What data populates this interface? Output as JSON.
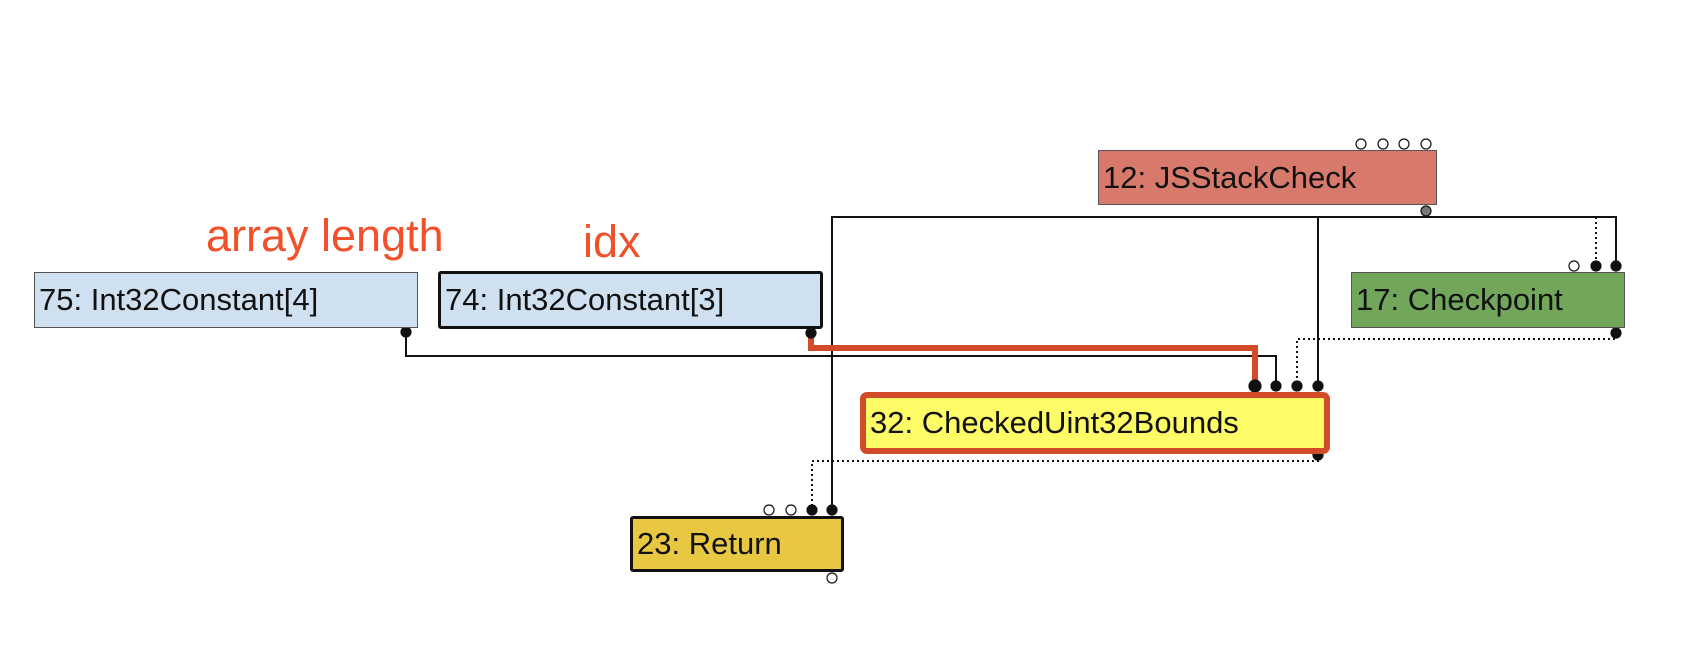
{
  "annotations": {
    "array_length": "array length",
    "idx": "idx"
  },
  "nodes": {
    "n75": {
      "label": "75: Int32Constant[4]",
      "color": "#cfe0f0"
    },
    "n74": {
      "label": "74: Int32Constant[3]",
      "color": "#cfe0f0"
    },
    "n12": {
      "label": "12: JSStackCheck",
      "color": "#d77a6c"
    },
    "n17": {
      "label": "17: Checkpoint",
      "color": "#72a75b"
    },
    "n32": {
      "label": "32: CheckedUint32Bounds",
      "color": "#fdfb66"
    },
    "n23": {
      "label": "23: Return",
      "color": "#e8c843"
    }
  },
  "colors": {
    "highlight_edge": "#d24a27",
    "annotation": "#f0512b"
  }
}
